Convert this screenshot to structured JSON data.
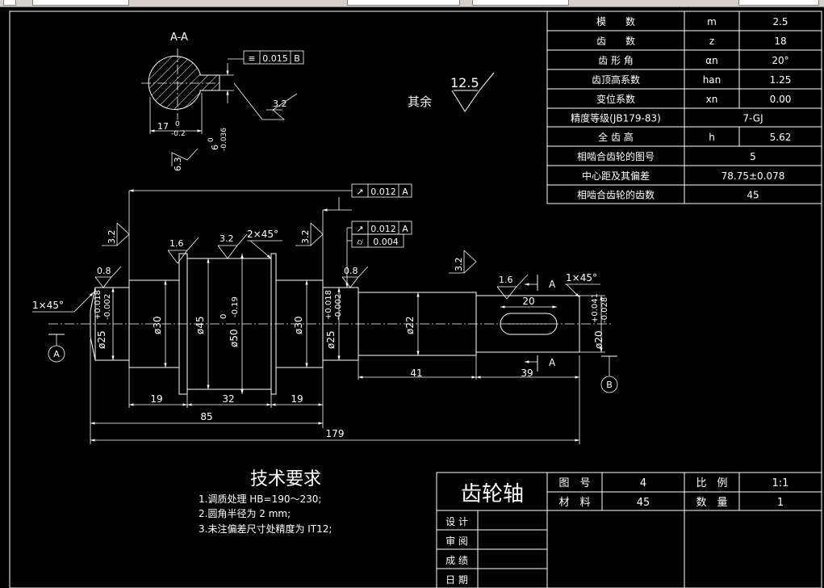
{
  "title_block": {
    "part_name": "齿轮轴",
    "drawing_no_label": "图　号",
    "drawing_no": "4",
    "scale_label": "比　例",
    "scale": "1:1",
    "material_label": "材　料",
    "material": "45",
    "quantity_label": "数　量",
    "quantity": "1",
    "rows": [
      "设 计",
      "审 阅",
      "成 绩",
      "日 期"
    ]
  },
  "gear_table": [
    {
      "name": "模　　数",
      "symbol": "m",
      "value": "2.5"
    },
    {
      "name": "齿　　数",
      "symbol": "z",
      "value": "18"
    },
    {
      "name": "齿 形 角",
      "symbol": "αn",
      "value": "20°"
    },
    {
      "name": "齿顶高系数",
      "symbol": "han",
      "value": "1.25"
    },
    {
      "name": "变位系数",
      "symbol": "xn",
      "value": "0.00"
    },
    {
      "name": "精度等级(JB179-83)",
      "symbol": "",
      "value": "7-GJ"
    },
    {
      "name": "全 齿 高",
      "symbol": "h",
      "value": "5.62"
    },
    {
      "name": "相啮合齿轮的图号",
      "symbol": "",
      "value": "5"
    },
    {
      "name": "中心距及其偏差",
      "symbol": "",
      "value": "78.75±0.078"
    },
    {
      "name": "相啮合齿轮的齿数",
      "symbol": "",
      "value": "45"
    }
  ],
  "tech_req": {
    "title": "技术要求",
    "items": [
      "1.调质处理 HB=190～230;",
      "2.圆角半径为 2 mm;",
      "3.未注偏差尺寸处精度为 IT12;"
    ]
  },
  "section": {
    "label": "A-A",
    "width_dim": "17",
    "width_tol_upper": "0",
    "width_tol_lower": "-0.2",
    "key_dim": "6",
    "key_tol_upper": "0",
    "key_tol_lower": "-0.036",
    "sym_tol": "0.015",
    "sym_datum": "B",
    "rough_a": "3.2",
    "rough_b": "6.3"
  },
  "remaining": {
    "label": "其余",
    "value": "12.5"
  },
  "dims": {
    "d1": "ø25",
    "d1_up": "+0.018",
    "d1_lo": "-0.002",
    "d2": "ø30",
    "d3": "ø45",
    "d4": "ø50",
    "d4_up": "0",
    "d4_lo": "-0.19",
    "d5": "ø30",
    "d6": "ø25",
    "d6_up": "+0.018",
    "d6_lo": "-0.002",
    "d7": "ø22",
    "d8": "ø20",
    "d8_up": "+0.041",
    "d8_lo": "-0.028",
    "l19a": "19",
    "l32": "32",
    "l19b": "19",
    "l85": "85",
    "l179": "179",
    "l41": "41",
    "l39": "39",
    "l20": "20",
    "ch1": "1×45°",
    "ch2": "2×45°",
    "ch3": "1×45°",
    "r08a": "0.8",
    "r08b": "0.8",
    "r16a": "1.6",
    "r16b": "1.6",
    "r32a": "3.2",
    "r32b": "3.2",
    "r32c": "3.2",
    "r32d": "3.2",
    "runout1": "0.012",
    "runout1_datum": "A",
    "runout2": "0.012",
    "runout2_datum": "A",
    "cyl": "0.004",
    "datum_a": "A",
    "datum_b": "B",
    "sec_a": "A"
  }
}
